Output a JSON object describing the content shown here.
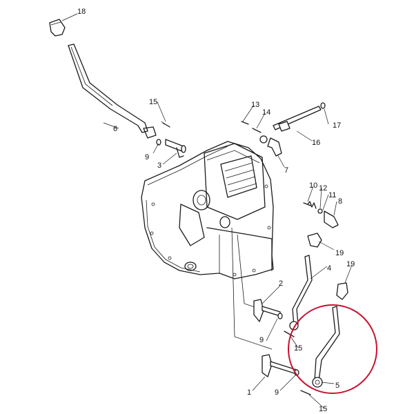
{
  "callouts": {
    "c1": "1",
    "c2": "2",
    "c3": "3",
    "c4": "4",
    "c5": "5",
    "c6": "6",
    "c7": "7",
    "c8": "8",
    "c9a": "9",
    "c9b": "9",
    "c9c": "9",
    "c10": "10",
    "c11": "11",
    "c12": "12",
    "c13": "13",
    "c14": "14",
    "c15a": "15",
    "c15b": "15",
    "c15c": "15",
    "c16": "16",
    "c17": "17",
    "c18": "18",
    "c19a": "19",
    "c19b": "19"
  },
  "colors": {
    "line": "#1a1a1a",
    "highlight": "#c8102e",
    "background": "#ffffff"
  }
}
